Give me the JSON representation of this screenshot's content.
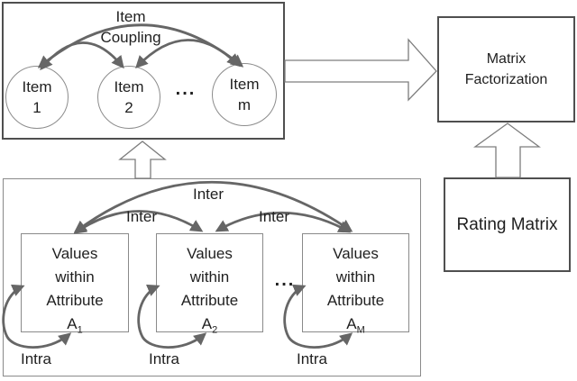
{
  "top_box": {
    "label_line1": "Item",
    "label_line2": "Coupling",
    "items": [
      {
        "line1": "Item",
        "line2": "1"
      },
      {
        "line1": "Item",
        "line2": "2"
      },
      {
        "line1": "Item",
        "line2": "m"
      }
    ],
    "ellipsis": "..."
  },
  "matrix_factorization": {
    "line1": "Matrix",
    "line2": "Factorization"
  },
  "rating_matrix": {
    "label": "Rating Matrix"
  },
  "attributes_box": {
    "ellipsis": "...",
    "inter_top_label": "Inter",
    "inter_left_label": "Inter",
    "inter_right_label": "Inter",
    "intra_labels": [
      "Intra",
      "Intra",
      "Intra"
    ],
    "boxes": [
      {
        "line1": "Values",
        "line2": "within",
        "line3": "Attribute",
        "base": "A",
        "subscript": "1"
      },
      {
        "line1": "Values",
        "line2": "within",
        "line3": "Attribute",
        "base": "A",
        "subscript": "2"
      },
      {
        "line1": "Values",
        "line2": "within",
        "line3": "Attribute",
        "base": "A",
        "subscript": "M"
      }
    ]
  },
  "colors": {
    "arc": "#666666",
    "dark_border": "#4f4f4f",
    "light_border": "#8a8a8a",
    "block_arrow_outline": "#7d7d7d",
    "text": "#1f1f1f",
    "background": "#ffffff"
  }
}
